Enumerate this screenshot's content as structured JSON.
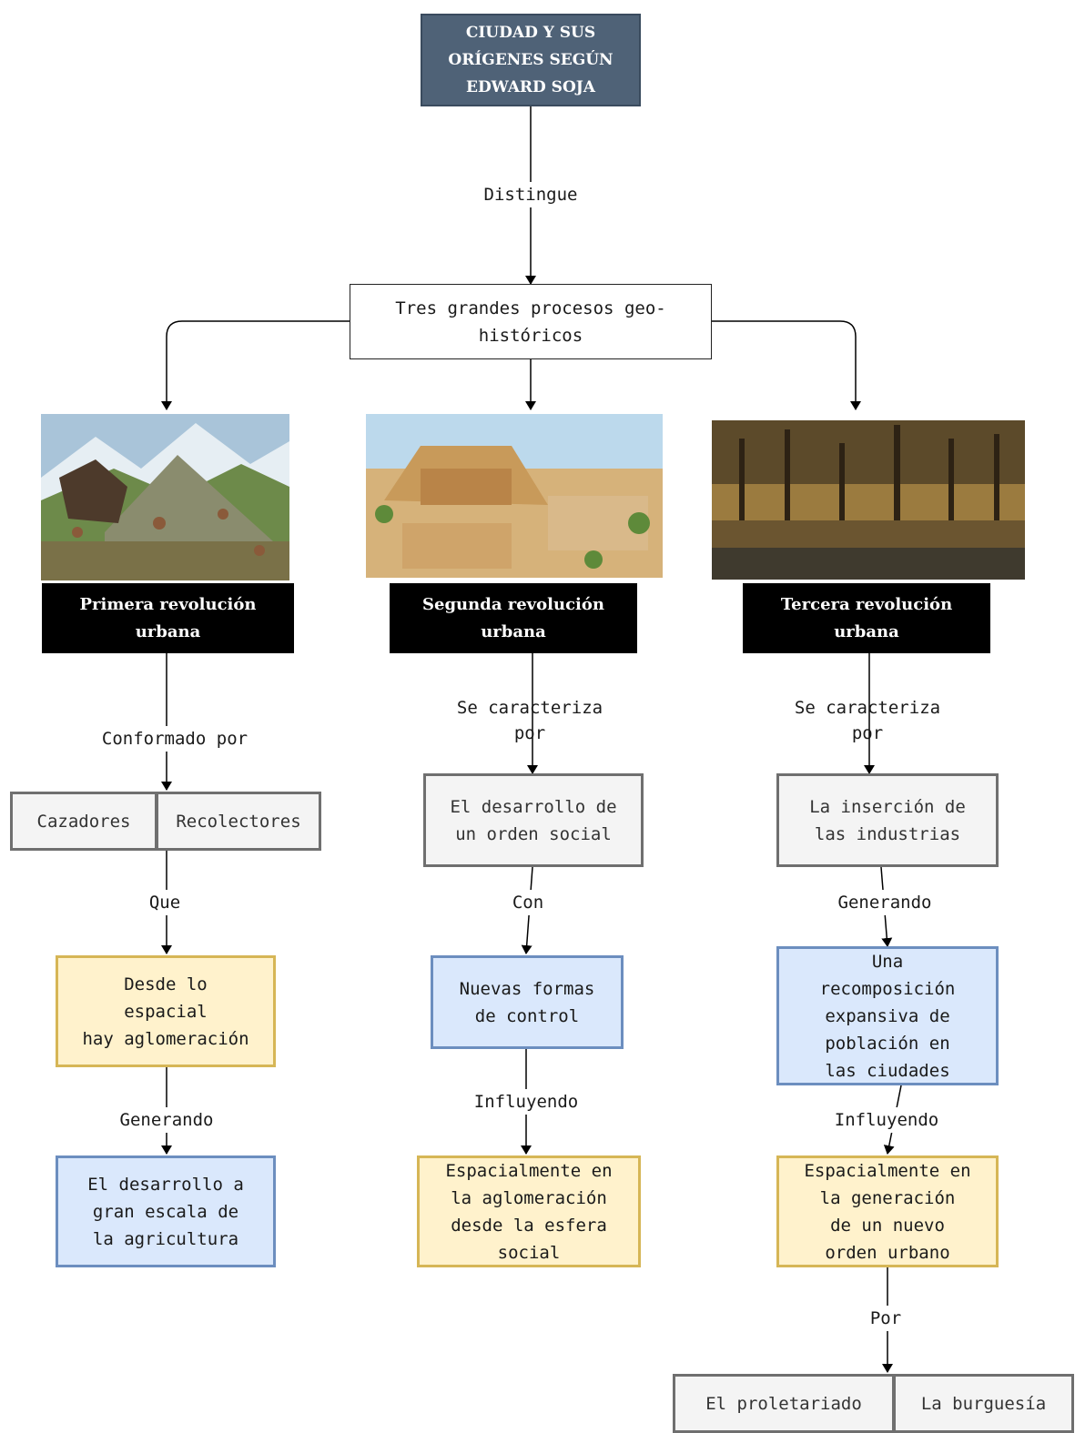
{
  "title": "CIUDAD Y SUS\nORÍGENES SEGÚN\nEDWARD SOJA",
  "procesos": "Tres grandes procesos geo-\nhistóricos",
  "edge_labels": {
    "distingue": "Distingue",
    "conformado_por": "Conformado por",
    "que": "Que",
    "generando_1": "Generando",
    "se_caracteriza_2": "Se caracteriza\npor",
    "con": "Con",
    "influyendo_2": "Influyendo",
    "se_caracteriza_3": "Se caracteriza\npor",
    "generando_3": "Generando",
    "influyendo_3": "Influyendo",
    "por": "Por"
  },
  "col1": {
    "heading": "Primera revolución\nurbana",
    "cazadores": "Cazadores",
    "recolectores": "Recolectores",
    "aglomeracion": "Desde lo\nespacial\nhay aglomeración",
    "agricultura": "El desarrollo a\ngran escala de\nla agricultura"
  },
  "col2": {
    "heading": "Segunda revolución\nurbana",
    "orden_social": "El desarrollo de\nun orden social",
    "control": "Nuevas formas\nde control",
    "esfera_social": "Espacialmente en\nla aglomeración\ndesde la esfera\nsocial"
  },
  "col3": {
    "heading": "Tercera revolución\nurbana",
    "industrias": "La inserción de\nlas industrias",
    "recomposicion": "Una\nrecomposición\nexpansiva de\npoblación en\nlas ciudades",
    "orden_urbano": "Espacialmente en\nla generación\nde un nuevo\norden urbano",
    "proletariado": "El proletariado",
    "burguesia": "La burguesía"
  },
  "colors": {
    "title_fill": "#4f6277",
    "heading_fill": "#000000",
    "gray_fill": "#f4f4f4",
    "gray_stroke": "#6f6f6f",
    "yellow_fill": "#fff2cc",
    "yellow_stroke": "#d6b656",
    "blue_fill": "#dae8fc",
    "blue_stroke": "#6c8ebf"
  }
}
